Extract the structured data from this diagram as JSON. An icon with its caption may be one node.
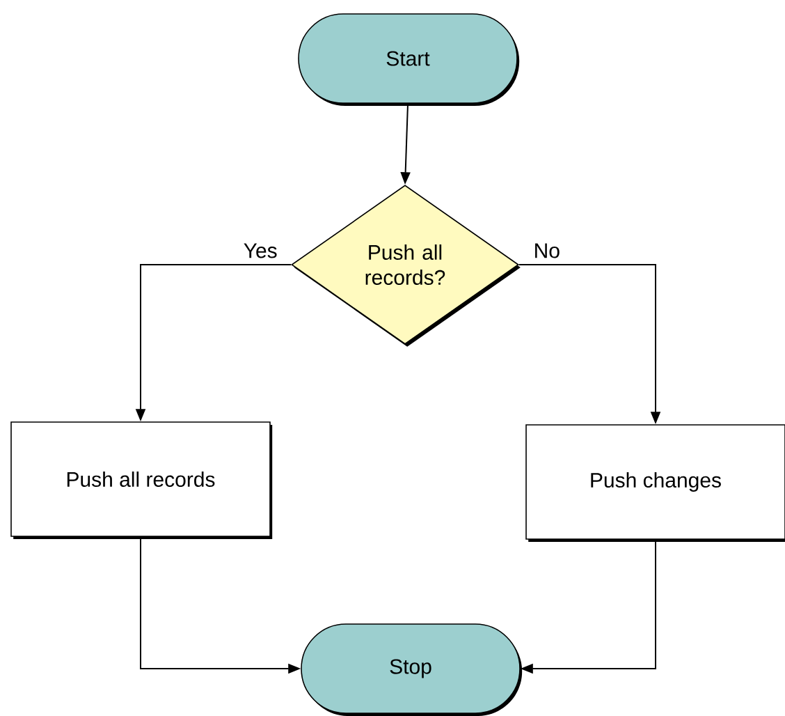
{
  "diagram": {
    "nodes": [
      {
        "text": [
          "Start"
        ]
      },
      {
        "text": [
          "Push all records?"
        ]
      },
      {
        "text": [
          "Push all records"
        ]
      },
      {
        "text": [
          "Push changes"
        ]
      },
      {
        "text": [
          "Stop"
        ]
      }
    ],
    "edges": [
      {
        "from": 0,
        "to": 1,
        "arrow": "to"
      },
      {
        "from": 1,
        "to": 2,
        "arrow": "to",
        "label": "Yes"
      },
      {
        "from": 1,
        "to": 3,
        "arrow": "to",
        "label": "No"
      },
      {
        "from": 2,
        "to": 4,
        "arrow": "to"
      },
      {
        "from": 3,
        "to": 4,
        "arrow": "to"
      }
    ]
  }
}
